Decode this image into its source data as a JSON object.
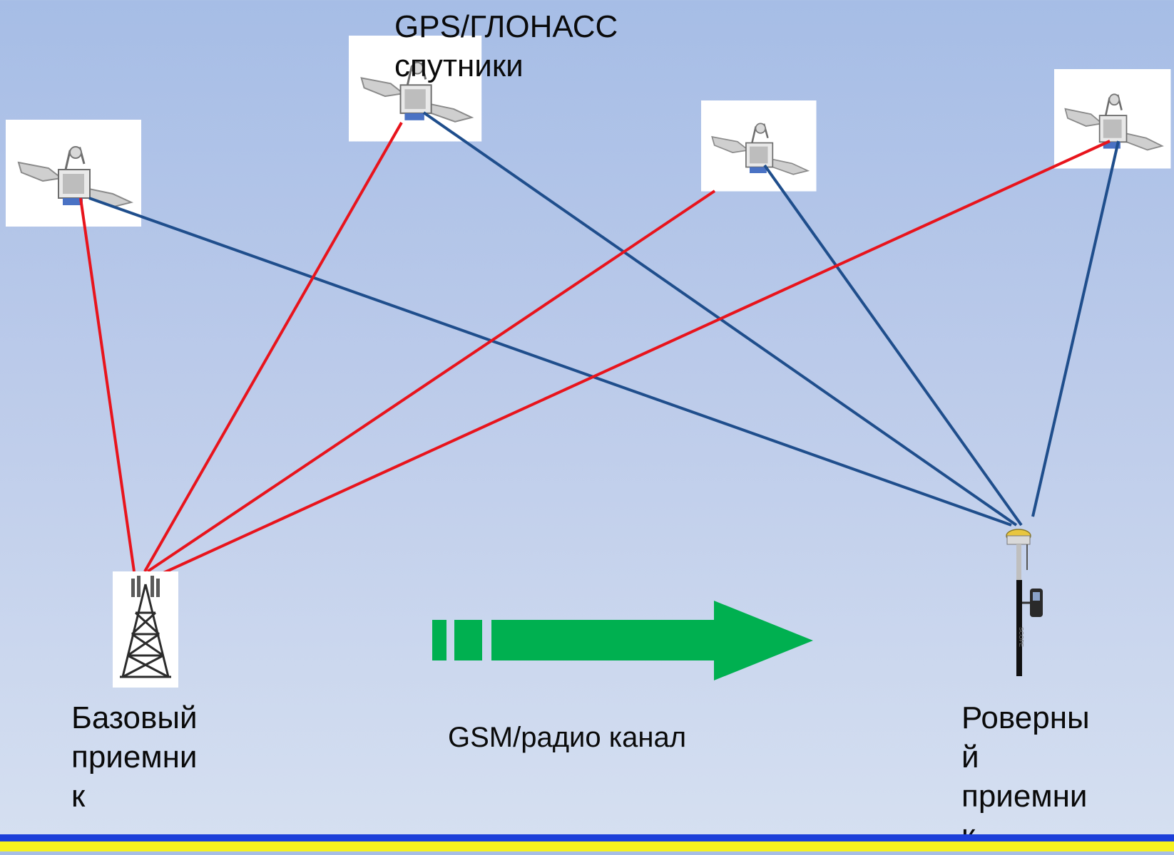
{
  "labels": {
    "satellites": "GPS/ГЛОНАСС\nспутники",
    "base_receiver": "Базовый\nприемни\nк",
    "channel": "GSM/радио канал",
    "rover_receiver": "Роверны\nй\nприемни\nк"
  },
  "colors": {
    "base_link": "#e8141c",
    "rover_link": "#1f4e8c",
    "arrow": "#00b050",
    "bottom_bar_blue": "#1c3fd9",
    "bottom_bar_yellow": "#f6f21f"
  },
  "icons": {
    "satellite": "satellite-icon",
    "tower": "cell-tower-icon",
    "rover": "gnss-rover-pole-icon",
    "arrow": "right-arrow-icon"
  }
}
